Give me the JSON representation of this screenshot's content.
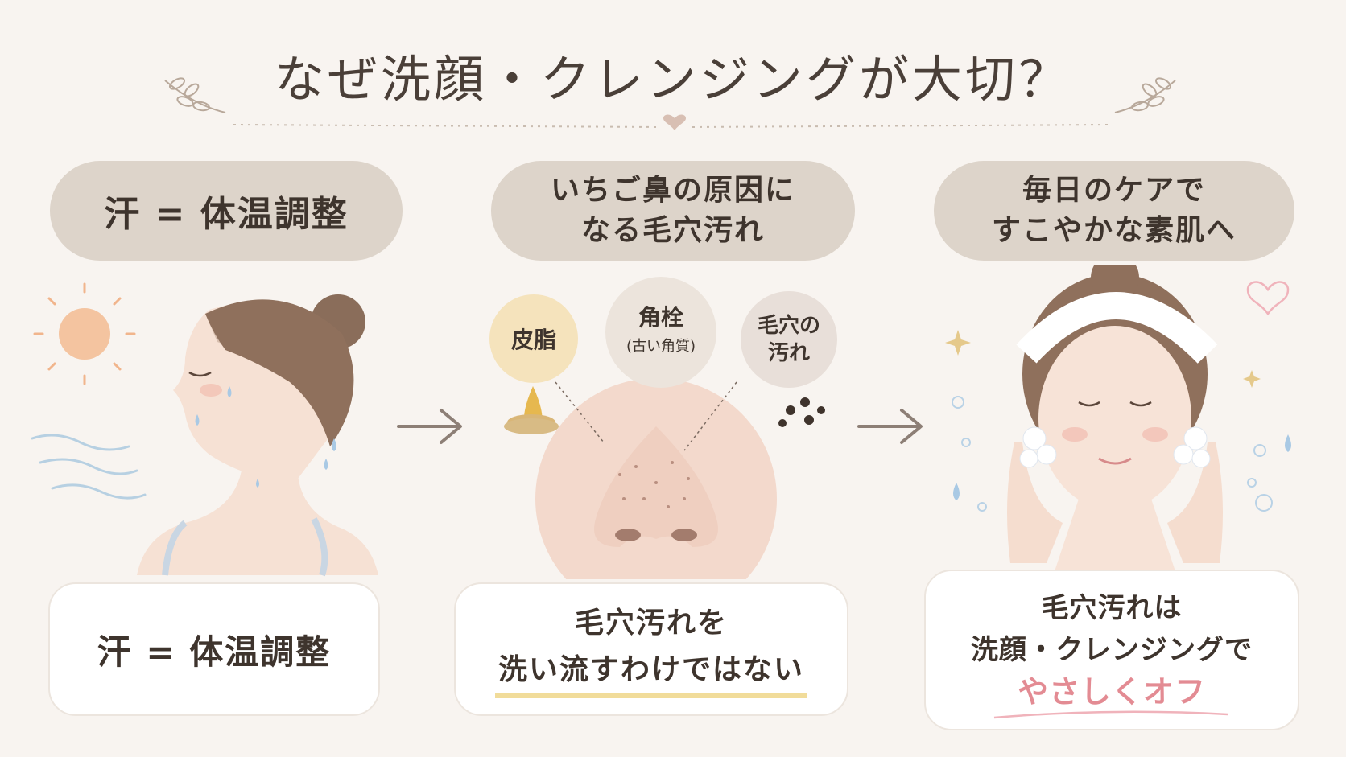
{
  "title": "なぜ洗顔・クレンジングが大切？",
  "panels": [
    {
      "heading_lines": [
        "汗 = 体温調整"
      ],
      "card_lines": [
        "汗 = 体温調整"
      ]
    },
    {
      "heading_lines": [
        "いちご鼻の原因に",
        "なる毛穴汚れ"
      ],
      "labels": {
        "sebum": "皮脂",
        "plug_title": "角栓",
        "plug_sub": "(古い角質)",
        "pore_line1": "毛穴の",
        "pore_line2": "汚れ"
      },
      "card_lines": [
        "毛穴汚れを",
        "洗い流すわけではない"
      ]
    },
    {
      "heading_lines": [
        "毎日のケアで",
        "すこやかな素肌へ"
      ],
      "card_lines": [
        "毛穴汚れは",
        "洗顔・クレンジングで"
      ],
      "card_emphasis": "やさしくオフ"
    }
  ],
  "colors": {
    "background": "#f8f4f0",
    "pill": "#ddd4ca",
    "text": "#3e342d",
    "accent_pink": "#e38b93",
    "highlight_yellow": "#f1dc9a"
  },
  "icons": [
    "sun-icon",
    "wind-lines-icon",
    "sweat-drop-icon",
    "arrow-right-icon",
    "heart-icon",
    "sparkle-icon",
    "leaf-sprig-icon"
  ]
}
